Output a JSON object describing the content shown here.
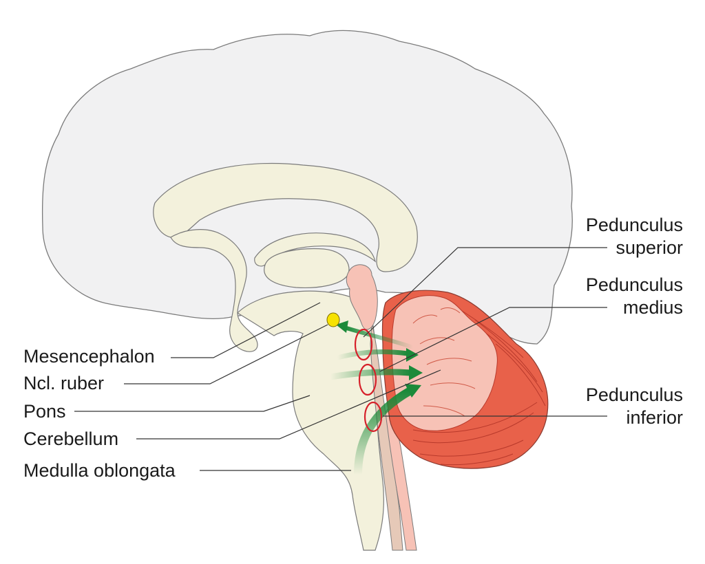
{
  "labels_left": {
    "mesencephalon": "Mesencephalon",
    "ncl_ruber": "Ncl. ruber",
    "pons": "Pons",
    "cerebellum": "Cerebellum",
    "medulla": "Medulla oblongata"
  },
  "labels_right": {
    "superior_line1": "Pedunculus",
    "superior_line2": "superior",
    "medius_line1": "Pedunculus",
    "medius_line2": "medius",
    "inferior_line1": "Pedunculus",
    "inferior_line2": "inferior"
  },
  "colors": {
    "cerebrum": "#f1f1f2",
    "brainstem": "#f3f1dc",
    "cerebellum_cortex": "#e8614a",
    "cerebellum_white": "#f7c2b6",
    "nucleus_ruber": "#f7e200",
    "arrow": "#1b8a3a",
    "peduncle_ring": "#d6202a"
  }
}
